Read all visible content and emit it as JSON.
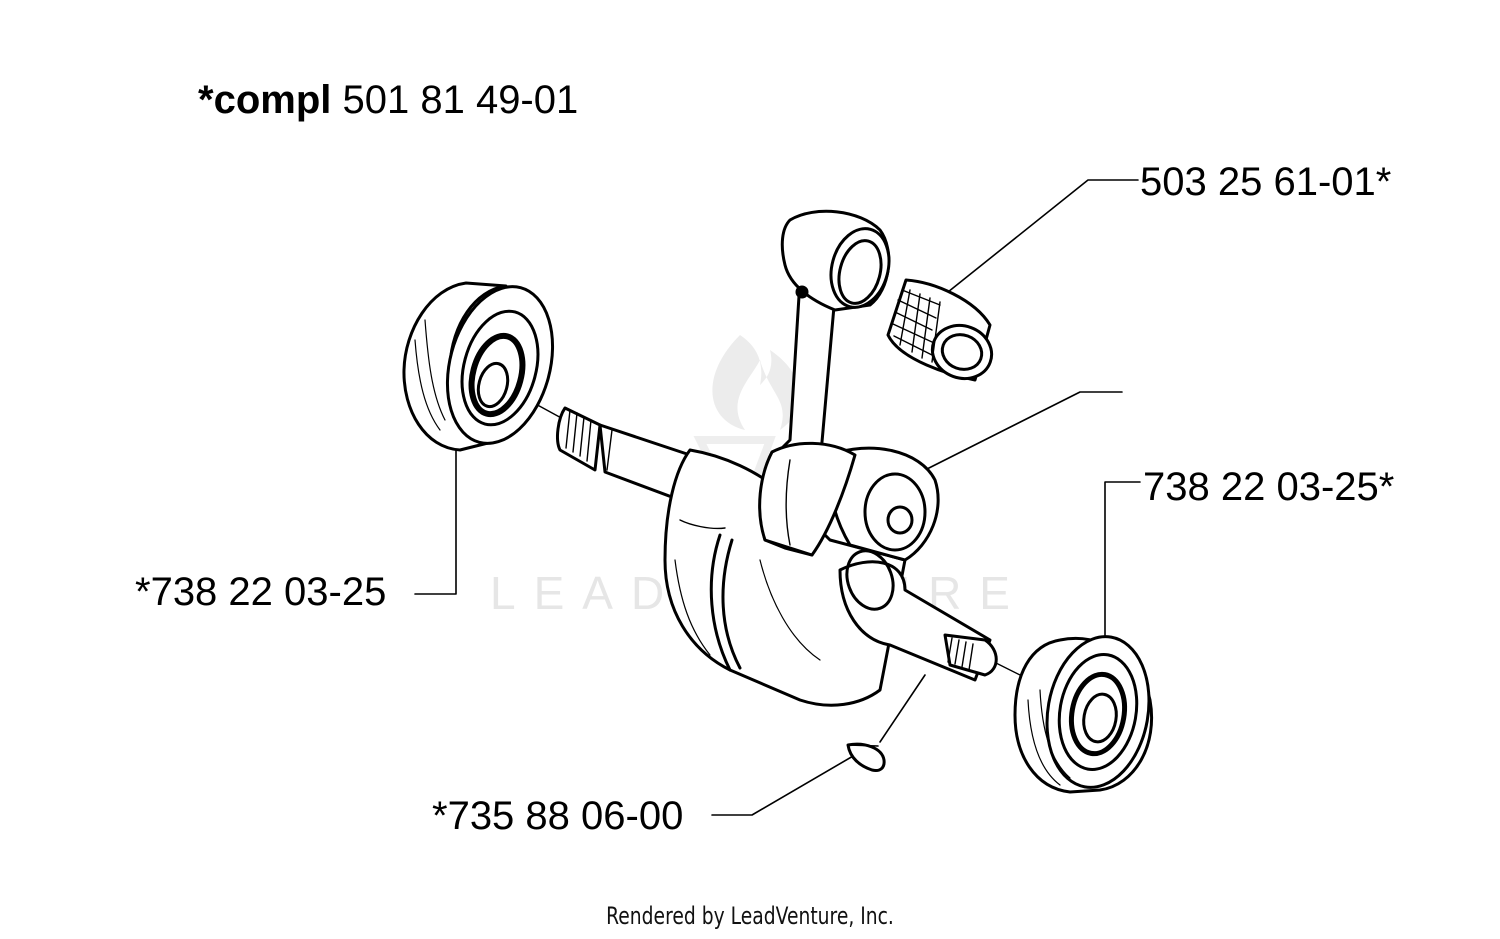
{
  "title": {
    "prefix": "*compl",
    "number": "501 81 49-01"
  },
  "callouts": {
    "needle_bearing": "503 25 61-01*",
    "ball_bearing_right": "738 22 03-25*",
    "ball_bearing_left": "*738 22 03-25",
    "key": "*735 88 06-00"
  },
  "watermark": "LEADVENTURE",
  "footer": "Rendered by LeadVenture, Inc.",
  "parts": {
    "left_ball_bearing": "ball-bearing",
    "right_ball_bearing": "ball-bearing",
    "needle_bearing": "needle-bearing",
    "crankshaft": "crankshaft",
    "connecting_rod": "connecting-rod",
    "woodruff_key": "woodruff-key"
  }
}
